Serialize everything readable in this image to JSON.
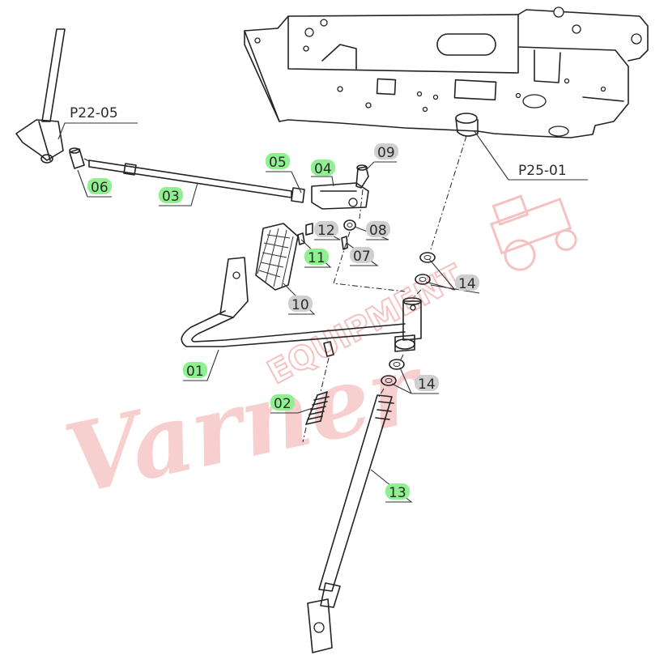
{
  "watermark": {
    "script_text": "Varner",
    "block_text": "EQUIPMENT",
    "color": "#f3a8a8"
  },
  "colors": {
    "highlight_green": "#8ef08e",
    "highlight_gray": "#cfcfcf",
    "line": "#222222"
  },
  "callouts": [
    {
      "id": "p22-05",
      "label": "P22-05",
      "highlight": "none"
    },
    {
      "id": "p25-01",
      "label": "P25-01",
      "highlight": "none"
    },
    {
      "id": "06",
      "label": "06",
      "highlight": "green"
    },
    {
      "id": "03",
      "label": "03",
      "highlight": "green"
    },
    {
      "id": "05",
      "label": "05",
      "highlight": "green"
    },
    {
      "id": "04",
      "label": "04",
      "highlight": "green"
    },
    {
      "id": "09",
      "label": "09",
      "highlight": "gray"
    },
    {
      "id": "12",
      "label": "12",
      "highlight": "gray"
    },
    {
      "id": "08",
      "label": "08",
      "highlight": "gray"
    },
    {
      "id": "11",
      "label": "11",
      "highlight": "green"
    },
    {
      "id": "07",
      "label": "07",
      "highlight": "gray"
    },
    {
      "id": "10",
      "label": "10",
      "highlight": "gray"
    },
    {
      "id": "01",
      "label": "01",
      "highlight": "green"
    },
    {
      "id": "02",
      "label": "02",
      "highlight": "green"
    },
    {
      "id": "14a",
      "label": "14",
      "highlight": "gray"
    },
    {
      "id": "14b",
      "label": "14",
      "highlight": "gray"
    },
    {
      "id": "13",
      "label": "13",
      "highlight": "green"
    }
  ]
}
